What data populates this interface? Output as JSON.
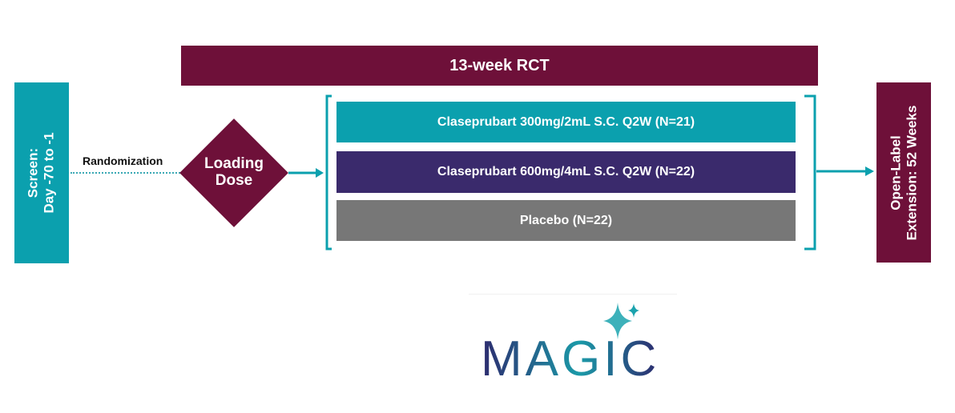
{
  "header": {
    "title": "13-week RCT"
  },
  "screen": {
    "line1": "Screen:",
    "line2": "Day -70 to -1"
  },
  "randomization": "Randomization",
  "loading_dose": {
    "line1": "Loading",
    "line2": "Dose"
  },
  "arms": [
    {
      "label": "Claseprubart 300mg/2mL S.C. Q2W (N=21)",
      "color": "#0ba0ae"
    },
    {
      "label": "Claseprubart 600mg/4mL S.C. Q2W (N=22)",
      "color": "#3a2a6c"
    },
    {
      "label": "Placebo (N=22)",
      "color": "#777777"
    }
  ],
  "extension": {
    "line1": "Open-Label",
    "line2": "Extension: 52 Weeks"
  },
  "logo": {
    "text": "MAGIC"
  }
}
